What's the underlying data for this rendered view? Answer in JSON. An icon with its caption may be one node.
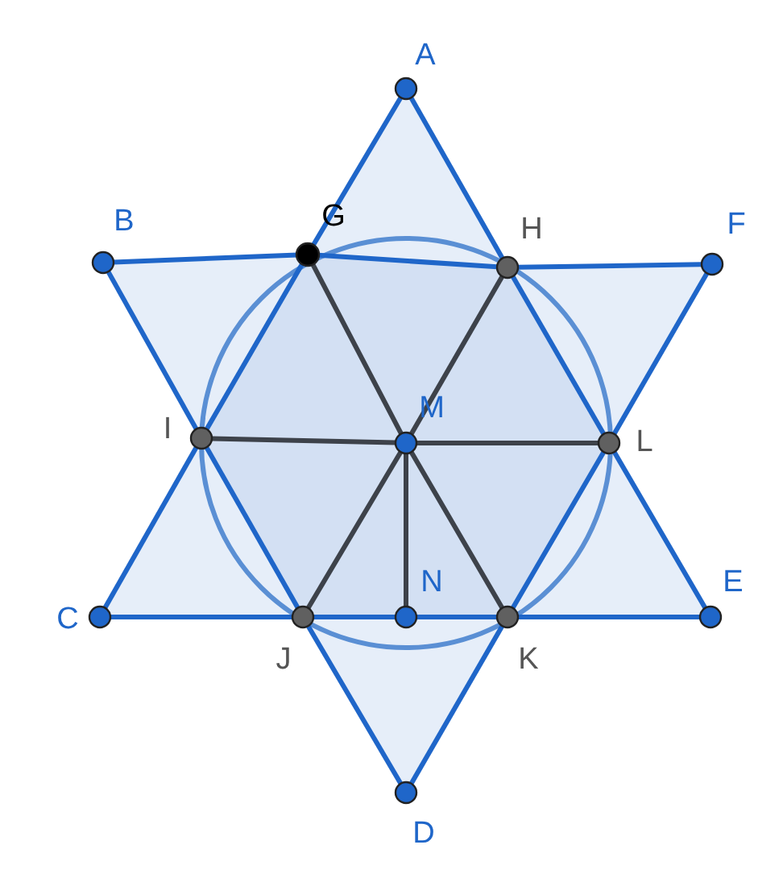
{
  "diagram": {
    "nodes": [
      {
        "text": [
          "A"
        ]
      },
      {
        "text": [
          "B"
        ]
      },
      {
        "text": [
          "C"
        ]
      },
      {
        "text": [
          "D"
        ]
      },
      {
        "text": [
          "E"
        ]
      },
      {
        "text": [
          "F"
        ]
      },
      {
        "text": [
          "G"
        ]
      },
      {
        "text": [
          "H"
        ]
      },
      {
        "text": [
          "I"
        ]
      },
      {
        "text": [
          "J"
        ]
      },
      {
        "text": [
          "K"
        ]
      },
      {
        "text": [
          "L"
        ]
      },
      {
        "text": [
          "M"
        ]
      },
      {
        "text": [
          "N"
        ]
      }
    ],
    "edges": [
      {
        "from": 0,
        "to": 6,
        "arrow": "none"
      },
      {
        "from": 6,
        "to": 8,
        "arrow": "none"
      },
      {
        "from": 8,
        "to": 2,
        "arrow": "none"
      },
      {
        "from": 2,
        "to": 9,
        "arrow": "none"
      },
      {
        "from": 9,
        "to": 13,
        "arrow": "none"
      },
      {
        "from": 13,
        "to": 10,
        "arrow": "none"
      },
      {
        "from": 10,
        "to": 4,
        "arrow": "none"
      },
      {
        "from": 4,
        "to": 11,
        "arrow": "none"
      },
      {
        "from": 11,
        "to": 7,
        "arrow": "none"
      },
      {
        "from": 7,
        "to": 0,
        "arrow": "none"
      },
      {
        "from": 1,
        "to": 6,
        "arrow": "none"
      },
      {
        "from": 6,
        "to": 7,
        "arrow": "none"
      },
      {
        "from": 7,
        "to": 5,
        "arrow": "none"
      },
      {
        "from": 5,
        "to": 11,
        "arrow": "none"
      },
      {
        "from": 11,
        "to": 10,
        "arrow": "none"
      },
      {
        "from": 10,
        "to": 3,
        "arrow": "none"
      },
      {
        "from": 3,
        "to": 9,
        "arrow": "none"
      },
      {
        "from": 9,
        "to": 8,
        "arrow": "none"
      },
      {
        "from": 8,
        "to": 1,
        "arrow": "none"
      },
      {
        "from": 12,
        "to": 6,
        "arrow": "none",
        "color": "#3d424a"
      },
      {
        "from": 12,
        "to": 7,
        "arrow": "none",
        "color": "#3d424a"
      },
      {
        "from": 12,
        "to": 8,
        "arrow": "none",
        "color": "#3d424a"
      },
      {
        "from": 12,
        "to": 11,
        "arrow": "none",
        "color": "#3d424a"
      },
      {
        "from": 12,
        "to": 9,
        "arrow": "none",
        "color": "#3d424a"
      },
      {
        "from": 12,
        "to": 10,
        "arrow": "none",
        "color": "#3d424a"
      },
      {
        "from": 12,
        "to": 13,
        "arrow": "none",
        "color": "#3d424a"
      }
    ]
  }
}
